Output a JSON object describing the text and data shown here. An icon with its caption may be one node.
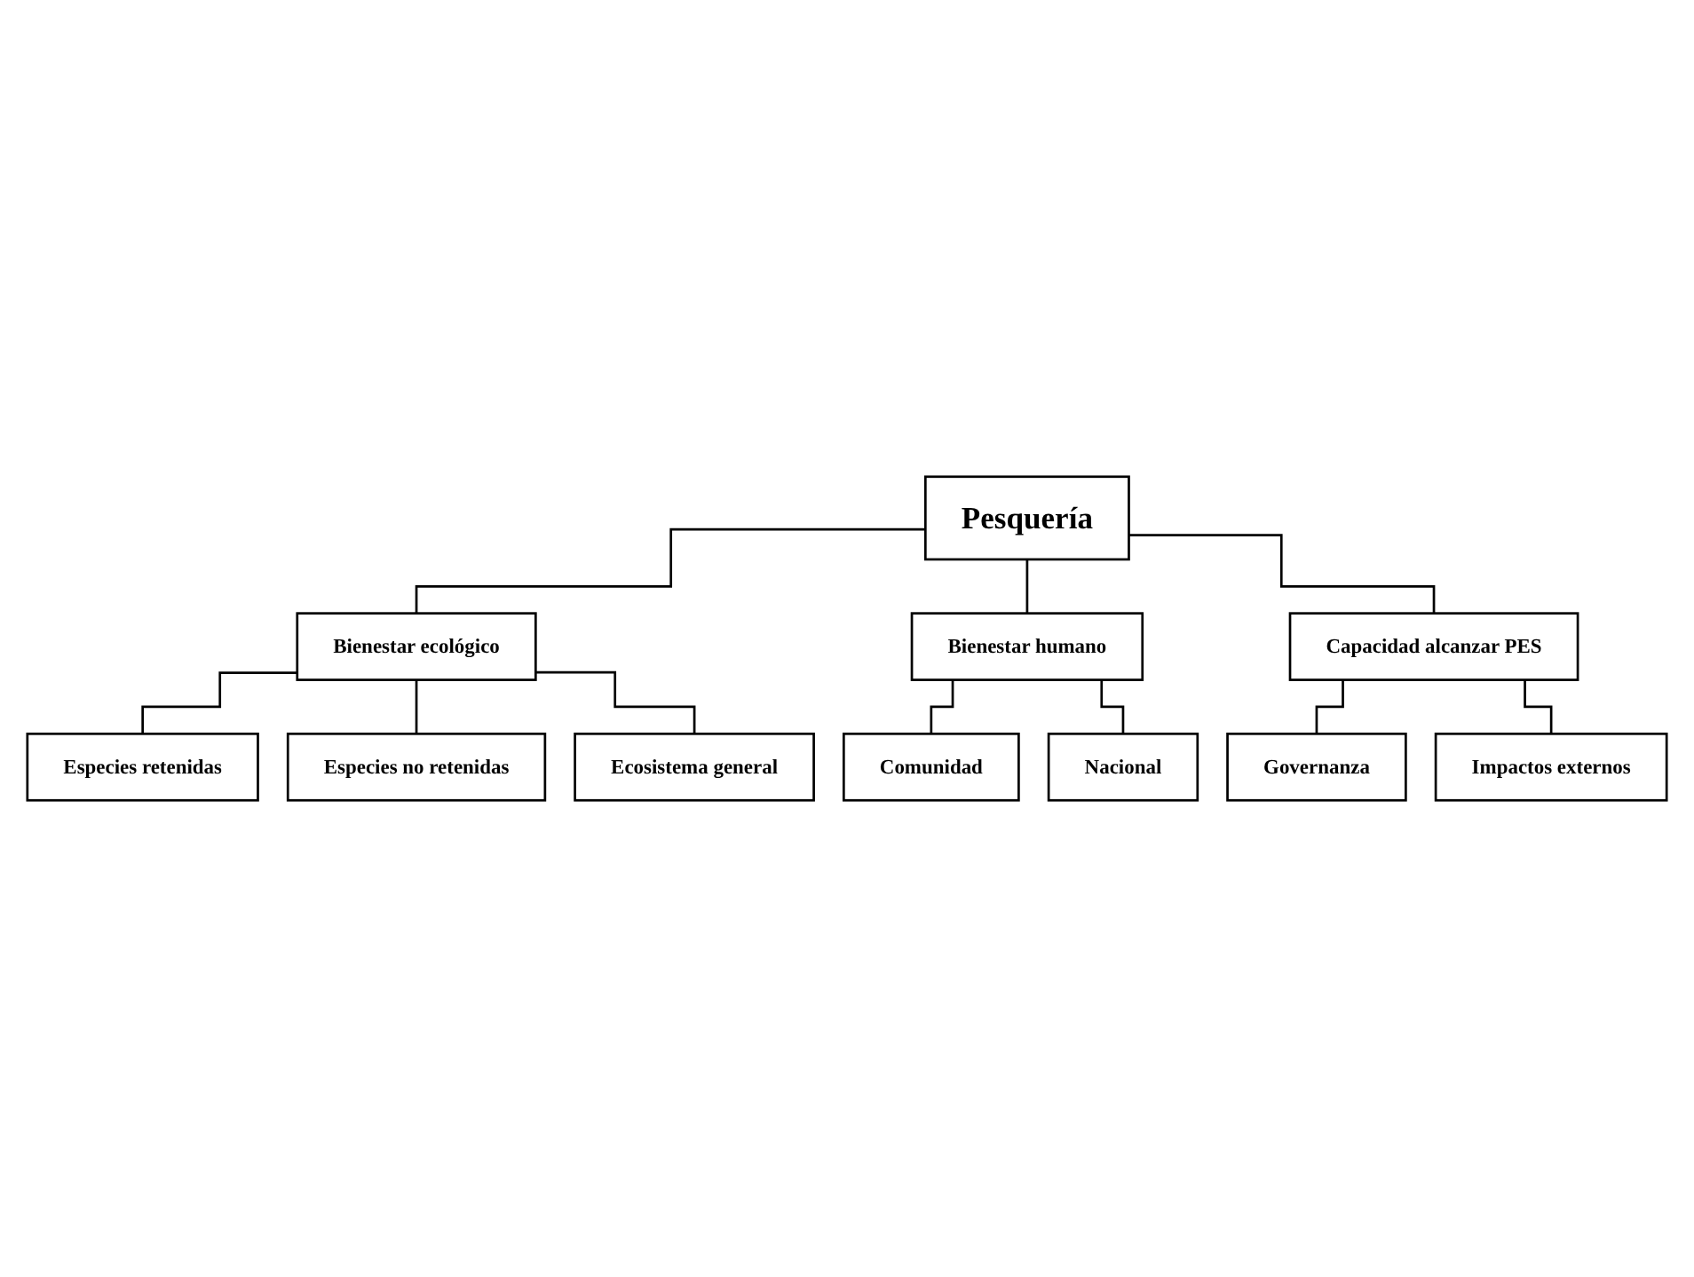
{
  "diagram": {
    "nodes": [
      {
        "text": [
          "Pesquería"
        ]
      },
      {
        "text": [
          "Bienestar ecológico"
        ]
      },
      {
        "text": [
          "Bienestar humano"
        ]
      },
      {
        "text": [
          "Capacidad alcanzar PES"
        ]
      },
      {
        "text": [
          "Especies retenidas"
        ]
      },
      {
        "text": [
          "Especies no retenidas"
        ]
      },
      {
        "text": [
          "Ecosistema general"
        ]
      },
      {
        "text": [
          "Comunidad"
        ]
      },
      {
        "text": [
          "Nacional"
        ]
      },
      {
        "text": [
          "Governanza"
        ]
      },
      {
        "text": [
          "Impactos externos"
        ]
      }
    ],
    "edges": [
      {
        "from": 0,
        "to": 1,
        "arrow": "none"
      },
      {
        "from": 0,
        "to": 2,
        "arrow": "none"
      },
      {
        "from": 0,
        "to": 3,
        "arrow": "none"
      },
      {
        "from": 1,
        "to": 4,
        "arrow": "none"
      },
      {
        "from": 1,
        "to": 5,
        "arrow": "none"
      },
      {
        "from": 1,
        "to": 6,
        "arrow": "none"
      },
      {
        "from": 2,
        "to": 7,
        "arrow": "none"
      },
      {
        "from": 2,
        "to": 8,
        "arrow": "none"
      },
      {
        "from": 3,
        "to": 9,
        "arrow": "none"
      },
      {
        "from": 3,
        "to": 10,
        "arrow": "none"
      }
    ]
  }
}
